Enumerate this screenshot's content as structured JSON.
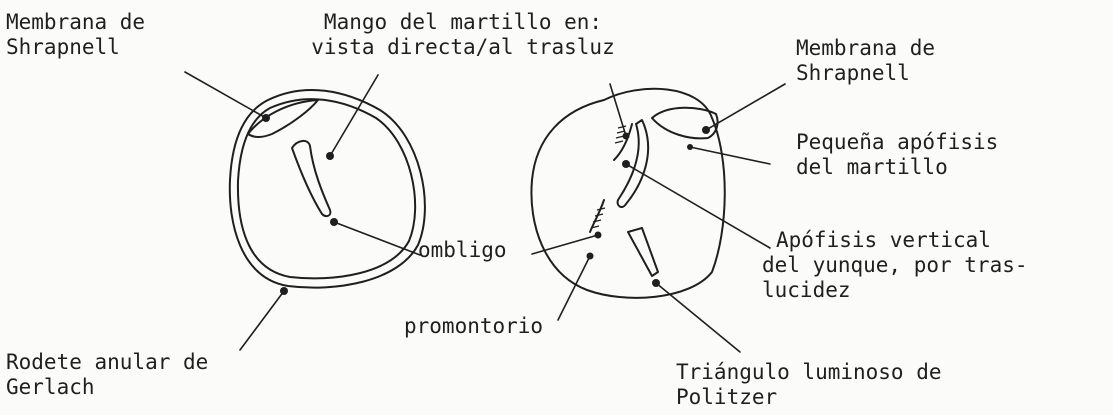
{
  "labels": {
    "shrapnell_left": [
      "Membrana de",
      "Shrapnell"
    ],
    "mango": [
      "Mango del martillo en:",
      "vista directa/al trasluz"
    ],
    "shrapnell_right": [
      "Membrana de",
      "Shrapnell"
    ],
    "pequena": [
      "Pequeña apófisis",
      "del martillo"
    ],
    "apofisis": [
      "Apófisis vertical",
      "del yunque, por tras-",
      "lucidez"
    ],
    "ombligo": "ombligo",
    "promontorio": "promontorio",
    "rodete": [
      "Rodete anular de",
      "Gerlach"
    ],
    "triangulo": [
      "Triángulo luminoso de",
      "Politzer"
    ]
  },
  "colors": {
    "ink": "#1f1f1f",
    "paper": "#fbfbfa"
  }
}
